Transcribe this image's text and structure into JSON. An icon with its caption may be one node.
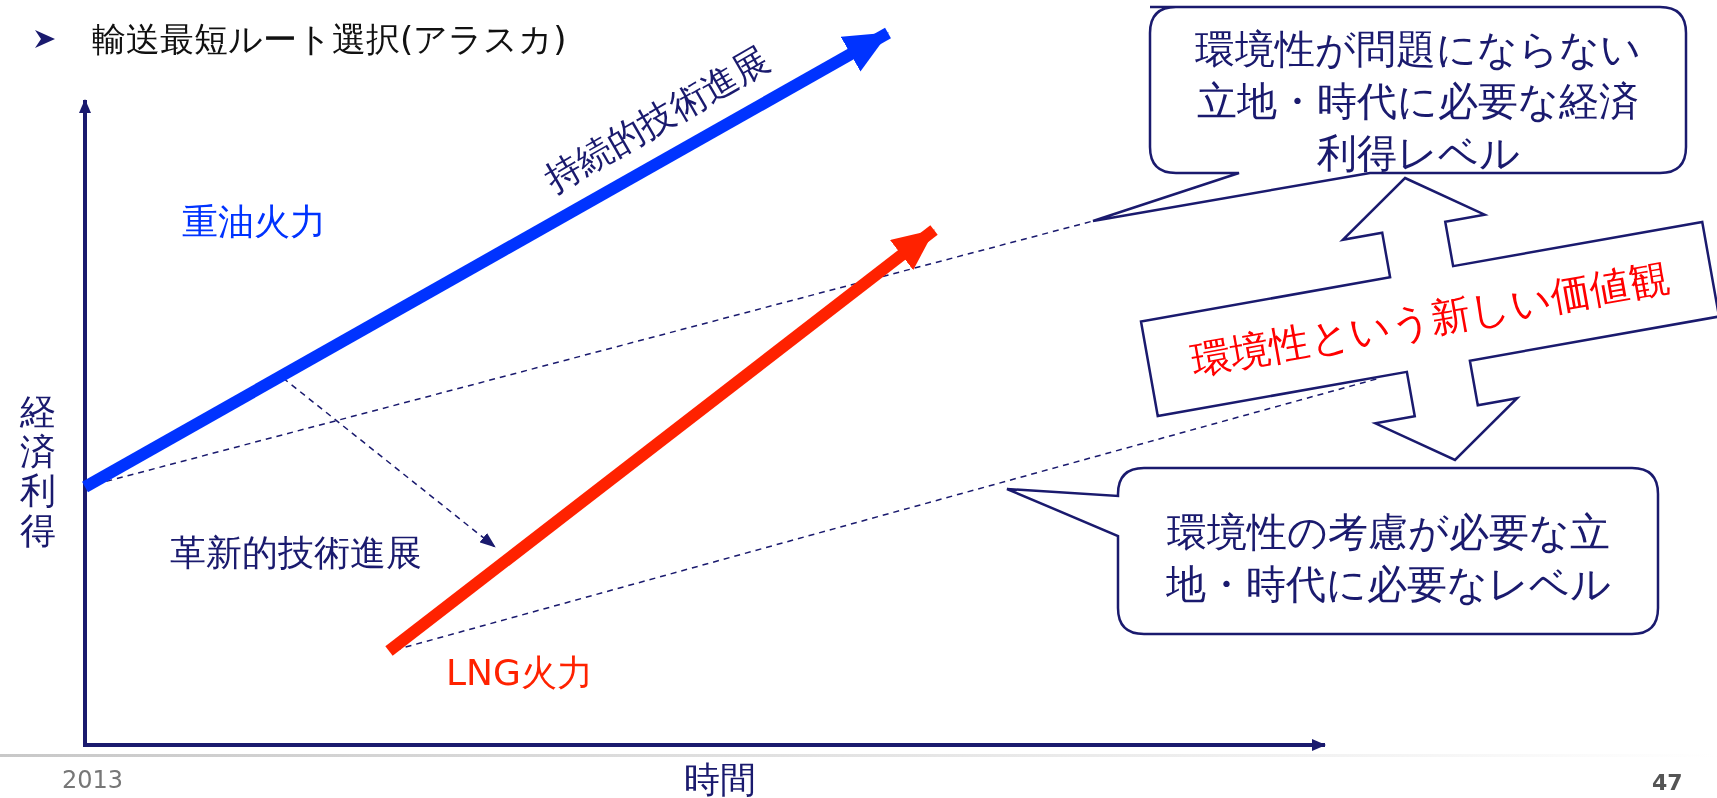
{
  "diagram": {
    "title": "輸送最短ルート選択(アラスカ)",
    "nodes": [
      {
        "text": [
          "環境性が問題にならない立地・時代に必要な経済利得レベル"
        ]
      },
      {
        "text": [
          "環境性の考慮が必要な立地・時代に必要なレベル"
        ]
      }
    ],
    "edges": [
      {
        "from": 0,
        "to": 1,
        "arrow": "both",
        "label": "環境性という新しい価値観"
      }
    ],
    "labels": [
      "持続的技術進展",
      "重油火力",
      "経済利得",
      "革新的技術進展",
      "LNG火力",
      "時間",
      "2013",
      "47"
    ]
  }
}
